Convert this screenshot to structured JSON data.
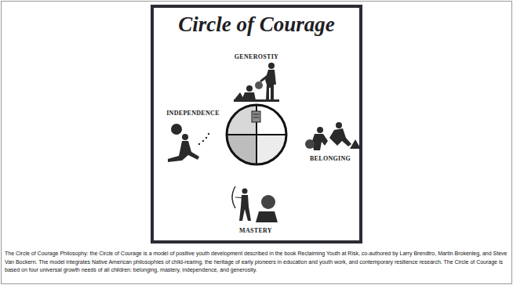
{
  "diagram": {
    "title": "Circle of Courage",
    "caption": "The Circle of Courage Philosophy: the Circle of Courage is a model of positive youth development described in the book Reclaiming Youth at Risk, co-authored by Larry Brendtro, Martin Brokenleg, and Steve Van Bockern. The model integrates Native American philosophies of child-rearing, the heritage of early pioneers in education and youth work, and contemporary resilience research. The Circle of Courage is based on four universal growth needs of all children: belonging, mastery, independence, and generosity.",
    "labels": [
      "GENEROSTIY",
      "INDEPENDENCE",
      "BELONGING",
      "MASTERY"
    ]
  }
}
